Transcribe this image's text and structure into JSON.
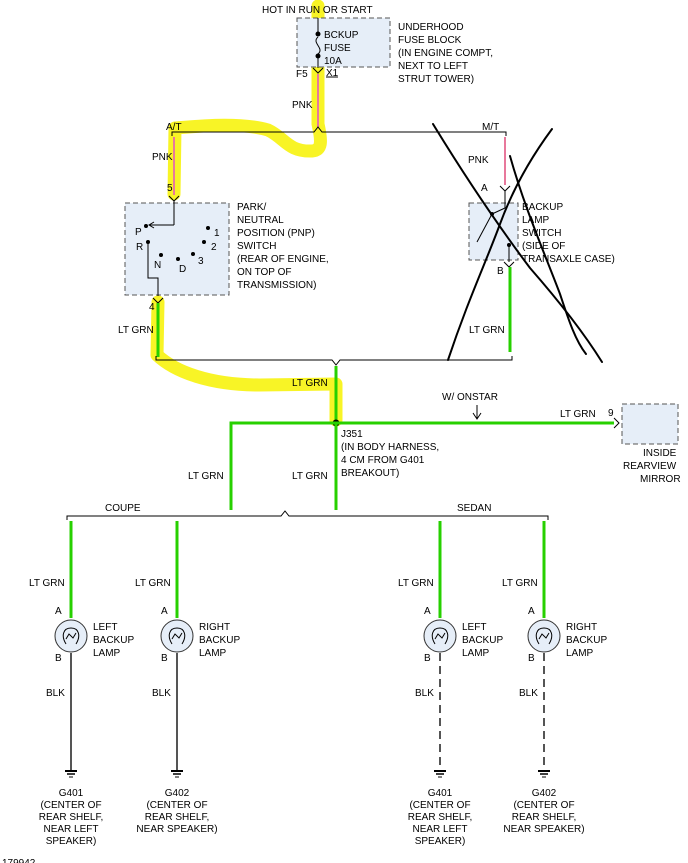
{
  "top_label": "HOT IN RUN OR START",
  "fuse_block": {
    "fuse_name": [
      "BCKUP",
      "FUSE",
      "10A"
    ],
    "description": [
      "UNDERHOOD",
      "FUSE BLOCK",
      "(IN ENGINE COMPT,",
      "NEXT TO LEFT",
      "STRUT TOWER)"
    ],
    "terminal": "F5",
    "connector": "X1"
  },
  "wires": {
    "pnk": "PNK",
    "lt_grn": "LT GRN",
    "blk": "BLK"
  },
  "branches": {
    "at": "A/T",
    "mt": "M/T",
    "coupe": "COUPE",
    "sedan": "SEDAN",
    "onstar": "W/ ONSTAR"
  },
  "pnp_switch": {
    "description": [
      "PARK/",
      "NEUTRAL",
      "POSITION (PNP)",
      "SWITCH",
      "(REAR OF ENGINE,",
      "ON TOP OF",
      "TRANSMISSION)"
    ],
    "pin_in": "5",
    "pin_out": "4",
    "positions": [
      "P",
      "R",
      "N",
      "D",
      "3",
      "2",
      "1"
    ]
  },
  "backup_switch": {
    "description": [
      "BACKUP",
      "LAMP",
      "SWITCH",
      "(SIDE OF",
      "TRANSAXLE CASE)"
    ],
    "pin_in": "A",
    "pin_out": "B"
  },
  "splice": {
    "name": "J351",
    "description": [
      "(IN BODY HARNESS,",
      "4 CM FROM G401",
      "BREAKOUT)"
    ]
  },
  "mirror": {
    "pin": "9",
    "description": [
      "INSIDE",
      "REARVIEW",
      "MIRROR"
    ]
  },
  "lamps": [
    {
      "name": [
        "LEFT",
        "BACKUP",
        "LAMP"
      ],
      "pin_a": "A",
      "pin_b": "B",
      "ground": "G401",
      "ground_desc": [
        "(CENTER OF",
        "REAR SHELF,",
        "NEAR LEFT",
        "SPEAKER)"
      ]
    },
    {
      "name": [
        "RIGHT",
        "BACKUP",
        "LAMP"
      ],
      "pin_a": "A",
      "pin_b": "B",
      "ground": "G402",
      "ground_desc": [
        "(CENTER OF",
        "REAR SHELF,",
        "NEAR SPEAKER)"
      ]
    },
    {
      "name": [
        "LEFT",
        "BACKUP",
        "LAMP"
      ],
      "pin_a": "A",
      "pin_b": "B",
      "ground": "G401",
      "ground_desc": [
        "(CENTER OF",
        "REAR SHELF,",
        "NEAR LEFT",
        "SPEAKER)"
      ]
    },
    {
      "name": [
        "RIGHT",
        "BACKUP",
        "LAMP"
      ],
      "pin_a": "A",
      "pin_b": "B",
      "ground": "G402",
      "ground_desc": [
        "(CENTER OF",
        "REAR SHELF,",
        "NEAR SPEAKER)"
      ]
    }
  ],
  "footer_code": "179942",
  "colors": {
    "pink_wire": "#e8789c",
    "green_wire": "#27d000",
    "highlight": "#f7f200",
    "component_fill": "#e6eef8"
  }
}
